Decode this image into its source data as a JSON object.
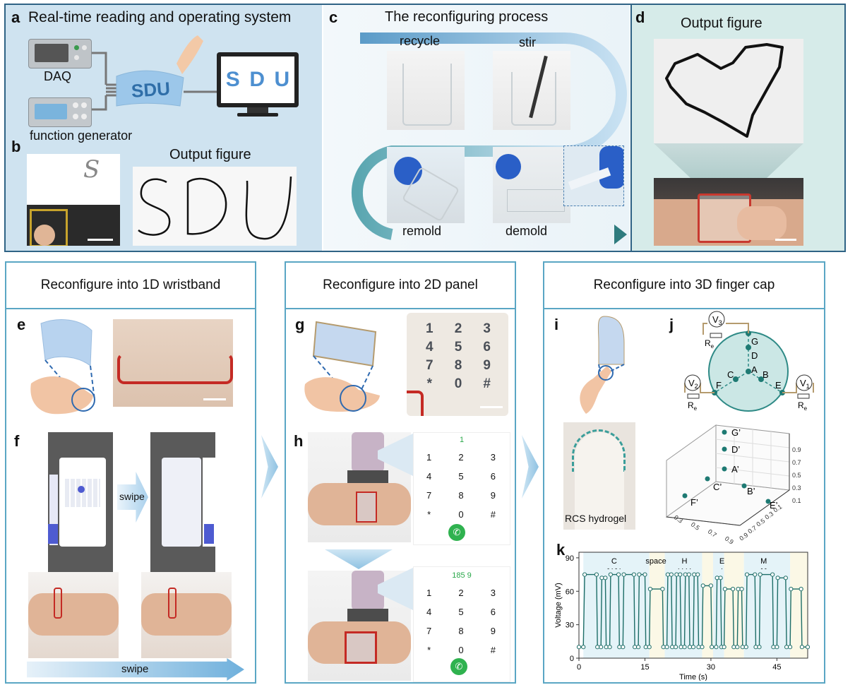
{
  "panel_a": {
    "letter": "a",
    "title": "Real-time reading and operating system",
    "daq": "DAQ",
    "fg": "function generator",
    "sdu": "SDU",
    "screen_letters": [
      "S",
      "D",
      "U"
    ]
  },
  "panel_b": {
    "letter": "b",
    "title": "Output figure",
    "handwriting": "S"
  },
  "panel_c": {
    "letter": "c",
    "title": "The reconfiguring process",
    "steps": [
      "recycle",
      "stir",
      "remold",
      "demold"
    ]
  },
  "panel_d": {
    "letter": "d",
    "title": "Output figure"
  },
  "sec1": {
    "header": "Reconfigure into 1D wristband",
    "e": "e",
    "f": "f",
    "swipe1": "swipe",
    "swipe2": "swipe"
  },
  "sec2": {
    "header": "Reconfigure into 2D panel",
    "g": "g",
    "h": "h",
    "keypad": [
      "1",
      "2",
      "3",
      "4",
      "5",
      "6",
      "7",
      "8",
      "9",
      "*",
      "0",
      "#"
    ],
    "dial1": "1",
    "dial2": "185 9",
    "keys": [
      "1",
      "2",
      "3",
      "4",
      "5",
      "6",
      "7",
      "8",
      "9",
      "*",
      "0",
      "#"
    ]
  },
  "sec3": {
    "header": "Reconfigure into 3D finger cap",
    "i": "i",
    "j": "j",
    "k": "k",
    "rcs": "RCS hydrogel",
    "v3": "V",
    "v3s": "3",
    "v2": "V",
    "v2s": "2",
    "v1": "V",
    "v1s": "1",
    "re": "R",
    "res": "e",
    "nodes": [
      "G",
      "D",
      "A",
      "C",
      "B",
      "F",
      "E"
    ],
    "nodes3d": [
      "G’",
      "D’",
      "A’",
      "C’",
      "B’",
      "F’",
      "E’"
    ],
    "axis3d_ticks_right": [
      "0.9",
      "0.7",
      "0.5",
      "0.3",
      "0.1"
    ],
    "axis3d_ticks_mid": [
      "0.1",
      "0.3",
      "0.5",
      "0.7",
      "0.9"
    ],
    "axis3d_ticks_left": [
      "0.9",
      "0.7",
      "0.5",
      "0.3"
    ]
  },
  "chart_data": {
    "type": "line",
    "xlabel": "Time (s)",
    "ylabel": "Voltage (mV)",
    "xlim": [
      0,
      52
    ],
    "ylim": [
      0,
      95
    ],
    "xticks": [
      0,
      15,
      30,
      45
    ],
    "yticks": [
      0,
      30,
      60,
      90
    ],
    "annotations": [
      {
        "text": "C",
        "morse": "- · - ·",
        "x": 8
      },
      {
        "text": "space",
        "morse": "",
        "x": 17.5
      },
      {
        "text": "H",
        "morse": "· · · ·",
        "x": 24
      },
      {
        "text": "E",
        "morse": "·",
        "x": 32.5
      },
      {
        "text": "M",
        "morse": "- -",
        "x": 42
      }
    ],
    "series": [
      {
        "values": [
          [
            0,
            10
          ],
          [
            1,
            10
          ],
          [
            1.3,
            75
          ],
          [
            4,
            75
          ],
          [
            4.2,
            10
          ],
          [
            5,
            10
          ],
          [
            5.2,
            72
          ],
          [
            6,
            72
          ],
          [
            6.2,
            10
          ],
          [
            7,
            10
          ],
          [
            7.2,
            75
          ],
          [
            9,
            75
          ],
          [
            9.2,
            10
          ],
          [
            10,
            10
          ],
          [
            10.2,
            75
          ],
          [
            12.5,
            75
          ],
          [
            12.7,
            10
          ],
          [
            13.5,
            10
          ],
          [
            13.7,
            75
          ],
          [
            15,
            75
          ],
          [
            15.2,
            10
          ],
          [
            16,
            10
          ],
          [
            16.2,
            62
          ],
          [
            19,
            62
          ],
          [
            19.2,
            10
          ],
          [
            20,
            10
          ],
          [
            20.2,
            75
          ],
          [
            21,
            75
          ],
          [
            21.2,
            10
          ],
          [
            22,
            10
          ],
          [
            22.2,
            75
          ],
          [
            23,
            75
          ],
          [
            23.2,
            10
          ],
          [
            24,
            10
          ],
          [
            24.2,
            75
          ],
          [
            25,
            75
          ],
          [
            25.2,
            10
          ],
          [
            26,
            10
          ],
          [
            26.2,
            75
          ],
          [
            27,
            75
          ],
          [
            27.2,
            10
          ],
          [
            28,
            10
          ],
          [
            28.2,
            65
          ],
          [
            30,
            65
          ],
          [
            30.2,
            10
          ],
          [
            31.2,
            10
          ],
          [
            31.4,
            72
          ],
          [
            32.2,
            72
          ],
          [
            32.4,
            10
          ],
          [
            33,
            10
          ],
          [
            33.2,
            62
          ],
          [
            35,
            62
          ],
          [
            35.2,
            10
          ],
          [
            36,
            10
          ],
          [
            36.2,
            62
          ],
          [
            37,
            62
          ],
          [
            37.2,
            10
          ],
          [
            38,
            10
          ],
          [
            38.2,
            75
          ],
          [
            40,
            75
          ],
          [
            40.2,
            10
          ],
          [
            41,
            10
          ],
          [
            41.2,
            75
          ],
          [
            44,
            75
          ],
          [
            44.2,
            10
          ],
          [
            45,
            10
          ],
          [
            45.2,
            72
          ],
          [
            47,
            72
          ],
          [
            47.2,
            10
          ],
          [
            48,
            10
          ],
          [
            48.2,
            62
          ],
          [
            50.5,
            62
          ],
          [
            50.7,
            10
          ],
          [
            52,
            10
          ]
        ]
      }
    ]
  },
  "colors": {
    "frame": "#2f6385",
    "teal": "#1e7a73",
    "light_blue": "#d7e8f3",
    "section_border": "#5aa6c4"
  }
}
